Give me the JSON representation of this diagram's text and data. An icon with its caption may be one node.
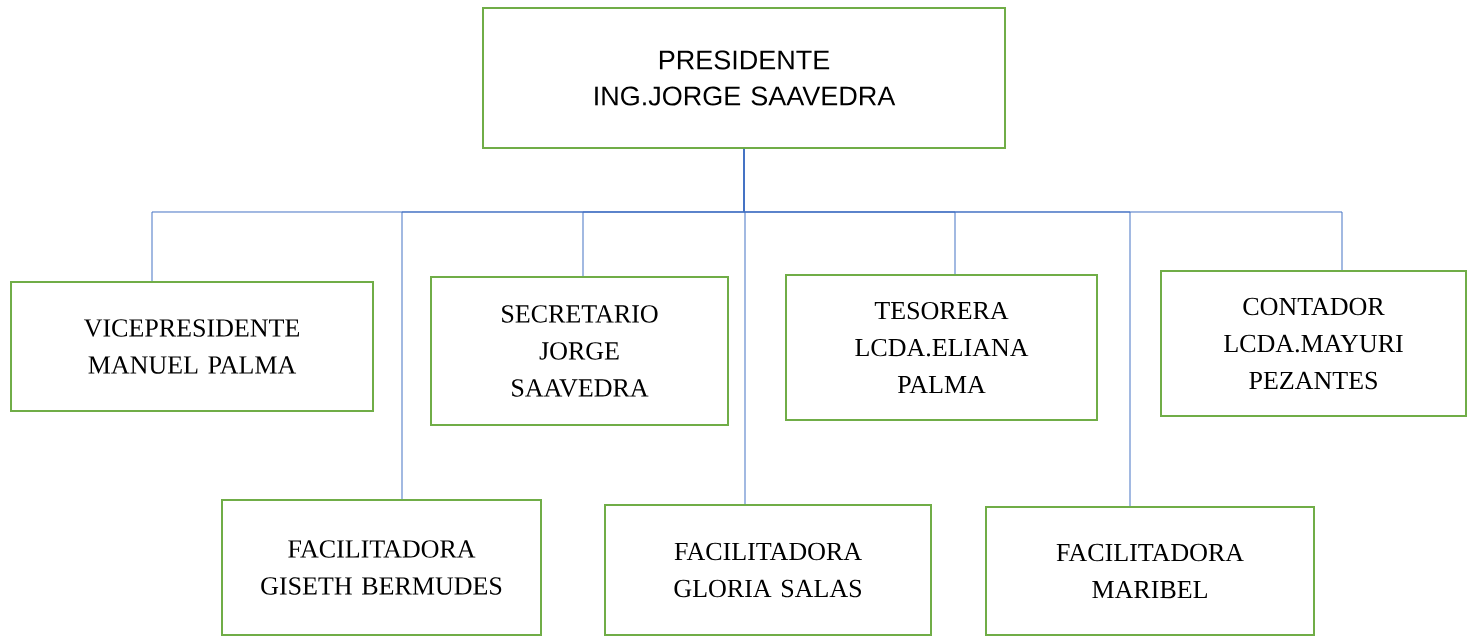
{
  "diagram": {
    "nodes": [
      {
        "text": [
          "PRESIDENTE",
          "ING.JORGE SAAVEDRA"
        ]
      },
      {
        "text": [
          "VICEPRESIDENTE",
          "MANUEL PALMA"
        ]
      },
      {
        "text": [
          "SECRETARIO",
          "JORGE SAAVEDRA"
        ]
      },
      {
        "text": [
          "TESORERA",
          "LCDA.ELIANA PALMA"
        ]
      },
      {
        "text": [
          "CONTADOR",
          "LCDA.MAYURI PEZANTES"
        ]
      },
      {
        "text": [
          "FACILITADORA",
          "GISETH BERMUDES"
        ]
      },
      {
        "text": [
          "FACILITADORA",
          "GLORIA SALAS"
        ]
      },
      {
        "text": [
          "FACILITADORA",
          "MARIBEL"
        ]
      }
    ],
    "edges": [
      {
        "from": 0,
        "to": 1,
        "arrow": "none"
      },
      {
        "from": 0,
        "to": 5,
        "arrow": "none"
      },
      {
        "from": 0,
        "to": 2,
        "arrow": "none"
      },
      {
        "from": 0,
        "to": 6,
        "arrow": "none"
      },
      {
        "from": 0,
        "to": 3,
        "arrow": "none"
      },
      {
        "from": 0,
        "to": 7,
        "arrow": "none"
      },
      {
        "from": 0,
        "to": 4,
        "arrow": "none"
      }
    ]
  }
}
